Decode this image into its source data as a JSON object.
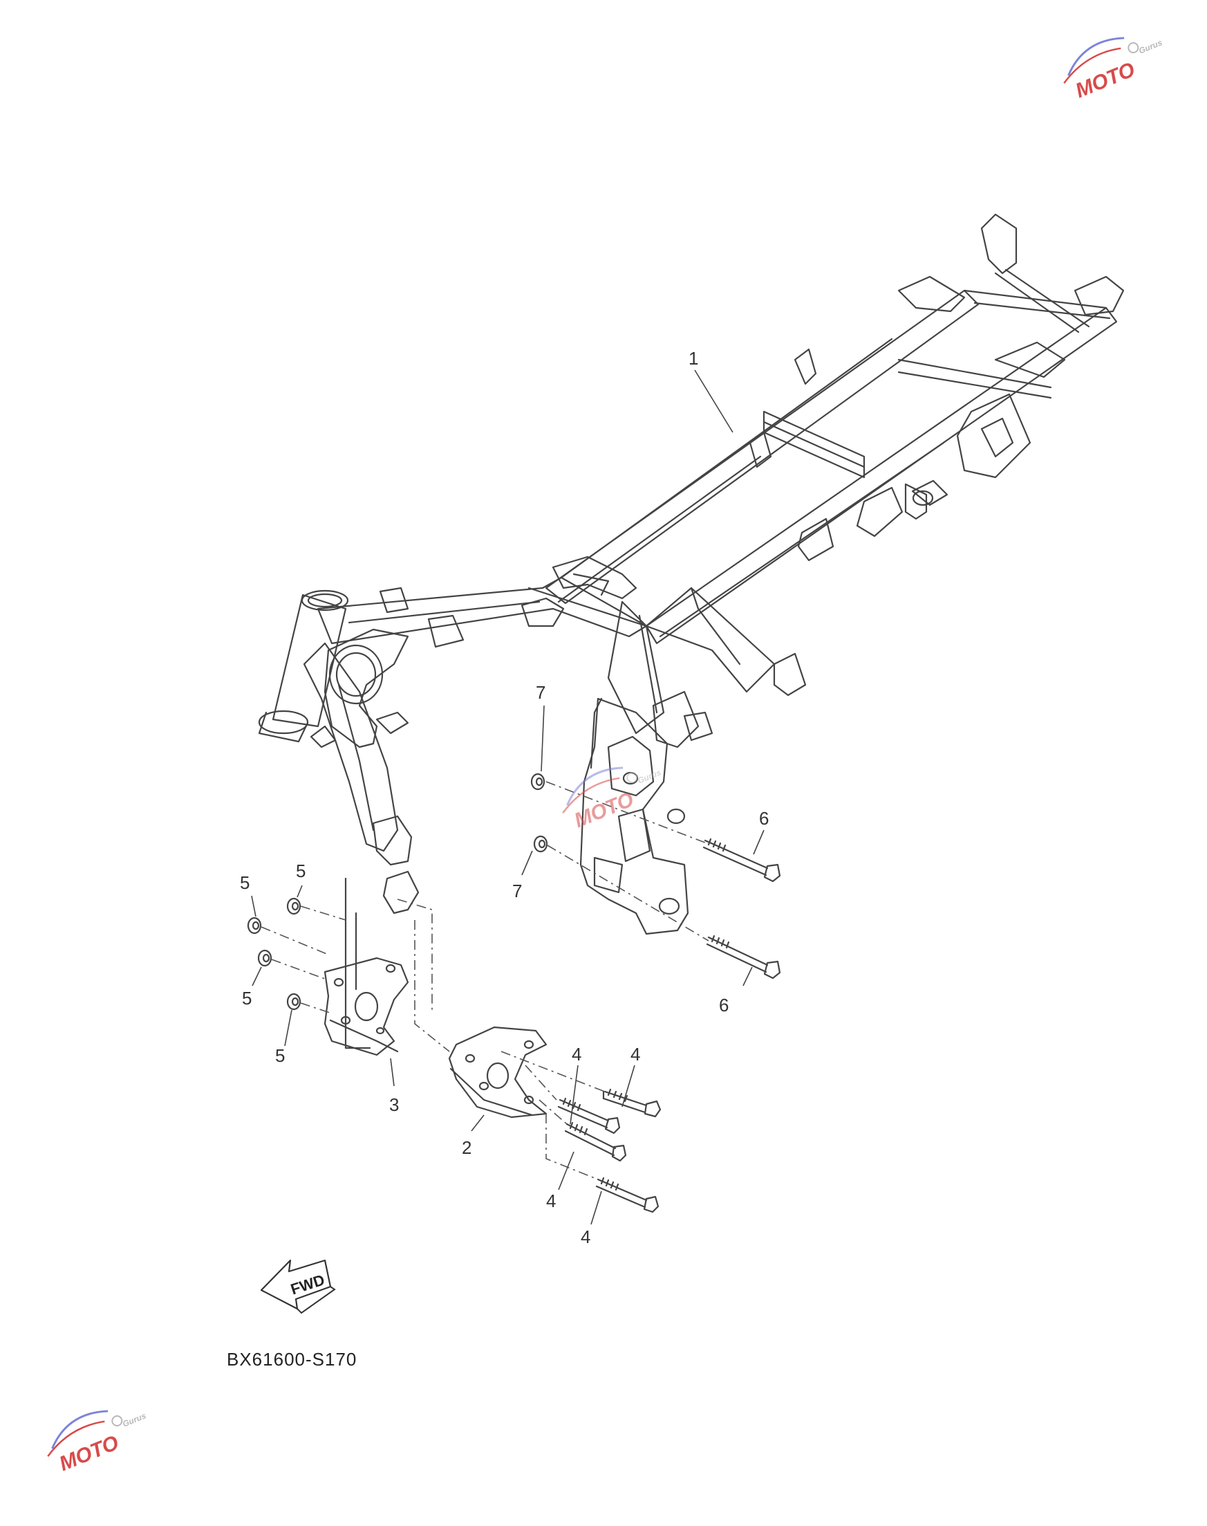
{
  "diagram": {
    "code": "BX61600-S170",
    "fwd_label": "FWD",
    "callouts": {
      "c1": "1",
      "c2": "2",
      "c3": "3",
      "c4a": "4",
      "c4b": "4",
      "c4c": "4",
      "c4d": "4",
      "c5a": "5",
      "c5b": "5",
      "c5c": "5",
      "c5d": "5",
      "c6a": "6",
      "c6b": "6",
      "c7a": "7",
      "c7b": "7"
    }
  },
  "watermark": {
    "brand": "MOTO",
    "sub": "Gurus",
    "colors": {
      "red": "#d84a4a",
      "blue": "#7d84d8",
      "gray": "#b8b8b8"
    }
  }
}
